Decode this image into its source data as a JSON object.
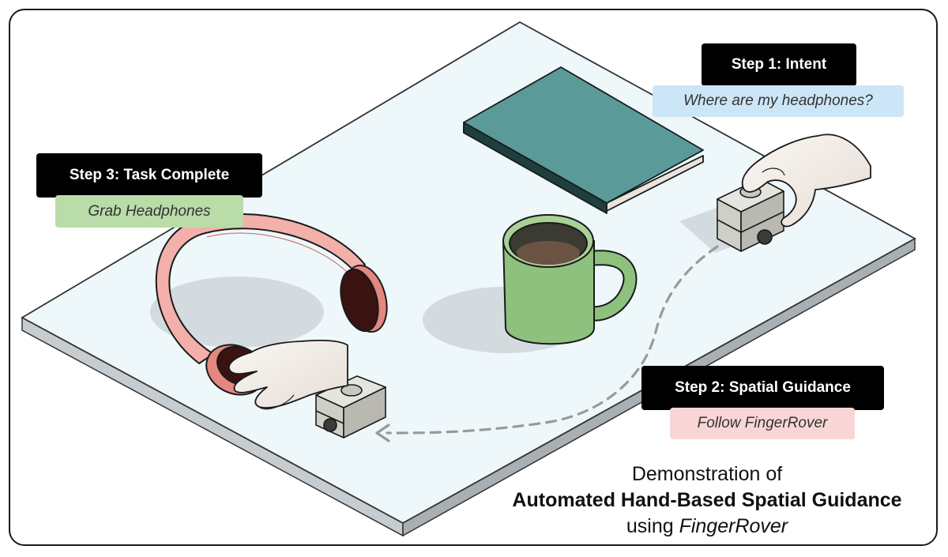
{
  "steps": [
    {
      "label": "Step 1: Intent",
      "sub": "Where are my headphones?",
      "sub_color": "#cce5f7"
    },
    {
      "label": "Step 2: Spatial Guidance",
      "sub": "Follow FingerRover",
      "sub_color": "#f8d6d6"
    },
    {
      "label": "Step 3: Task Complete",
      "sub": "Grab Headphones",
      "sub_color": "#b9dca8"
    }
  ],
  "caption": {
    "line1": "Demonstration of",
    "line2": "Automated Hand-Based Spatial Guidance",
    "line3_prefix": "using ",
    "line3_name": "FingerRover"
  },
  "colors": {
    "table_top": "#eef8fb",
    "table_edge": "#b9bfc3",
    "book": "#5a9b9a",
    "mug": "#8fc17e",
    "headphones": "#f3b0ab",
    "rover": "#d9d9d4",
    "skin": "#f4efea",
    "path": "#9a9a9a"
  }
}
